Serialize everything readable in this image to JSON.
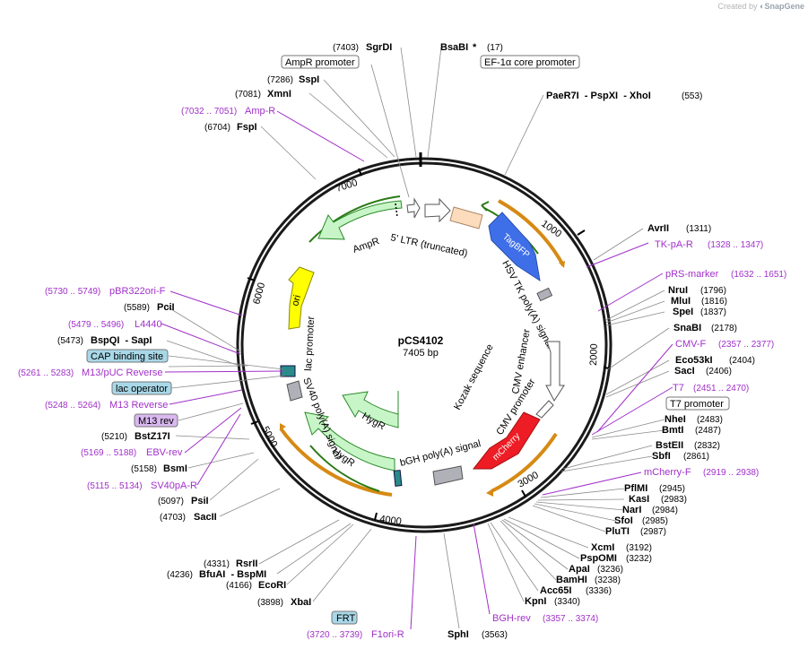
{
  "credit": {
    "prefix": "Created by",
    "brand": "SnapGene"
  },
  "plasmid": {
    "name": "pCS4102",
    "size": "7405 bp"
  },
  "ticks": [
    "1000",
    "2000",
    "3000",
    "4000",
    "5000",
    "6000",
    "7000"
  ],
  "features": [
    {
      "label": "TagBFP",
      "color": "#3f6fe8"
    },
    {
      "label": "mCherry",
      "color": "#ee1c24"
    },
    {
      "label": "AmpR",
      "color": "#c8f5c8"
    },
    {
      "label": "HygR",
      "color": "#c8f5c8"
    },
    {
      "label": "ori",
      "color": "#ffff00"
    },
    {
      "label": "5' LTR (truncated)",
      "color": "#ffffff"
    },
    {
      "label": "HSV TK poly(A) signal",
      "color": "#ffffff"
    },
    {
      "label": "CMV enhancer",
      "color": "#ffffff"
    },
    {
      "label": "CMV promoter",
      "color": "#ffffff"
    },
    {
      "label": "Kozak sequence",
      "color": "#ffffff"
    },
    {
      "label": "bGH poly(A) signal",
      "color": "#b0b0b8"
    },
    {
      "label": "SV40 poly(A) signal",
      "color": "#b0b0b8"
    },
    {
      "label": "lac promoter",
      "color": "#ffffff"
    }
  ],
  "boxed": [
    {
      "label": "AmpR promoter",
      "fill": "#ffffff"
    },
    {
      "label": "EF-1α core promoter",
      "fill": "#ffffff"
    },
    {
      "label": "T7 promoter",
      "fill": "#ffffff"
    },
    {
      "label": "CAP binding site",
      "fill": "#a8d8e8"
    },
    {
      "label": "lac operator",
      "fill": "#a8d8e8"
    },
    {
      "label": "M13 rev",
      "fill": "#d9b8f0"
    },
    {
      "label": "FRT",
      "fill": "#a8d8e8"
    }
  ],
  "sites": [
    {
      "pos": "(7403)",
      "name": "SgrDI"
    },
    {
      "name": "BsaBI",
      "star": "*",
      "pos": "(17)"
    },
    {
      "pos": "(7286)",
      "name": "SspI"
    },
    {
      "pos": "(7081)",
      "name": "XmnI"
    },
    {
      "pos": "(6704)",
      "name": "FspI"
    },
    {
      "name": "PaeR7I  - PspXI  - XhoI",
      "pos": "(553)"
    },
    {
      "name": "AvrII",
      "pos": "(1311)"
    },
    {
      "name": "NruI",
      "pos": "(1796)"
    },
    {
      "name": "MluI",
      "pos": "(1816)"
    },
    {
      "name": "SpeI",
      "pos": "(1837)"
    },
    {
      "name": "SnaBI",
      "pos": "(2178)"
    },
    {
      "name": "Eco53kI",
      "pos": "(2404)"
    },
    {
      "name": "SacI",
      "pos": "(2406)"
    },
    {
      "name": "NheI",
      "pos": "(2483)"
    },
    {
      "name": "BmtI",
      "pos": "(2487)"
    },
    {
      "name": "BstEII",
      "pos": "(2832)"
    },
    {
      "name": "SbfI",
      "pos": "(2861)"
    },
    {
      "name": "PflMI",
      "pos": "(2945)"
    },
    {
      "name": "KasI",
      "pos": "(2983)"
    },
    {
      "name": "NarI",
      "pos": "(2984)"
    },
    {
      "name": "SfoI",
      "pos": "(2985)"
    },
    {
      "name": "PluTI",
      "pos": "(2987)"
    },
    {
      "name": "XcmI",
      "pos": "(3192)"
    },
    {
      "name": "PspOMI",
      "pos": "(3232)"
    },
    {
      "name": "ApaI",
      "pos": "(3236)"
    },
    {
      "name": "BamHI",
      "pos": "(3238)"
    },
    {
      "name": "Acc65I",
      "pos": "(3336)"
    },
    {
      "name": "KpnI",
      "pos": "(3340)"
    },
    {
      "name": "SphI",
      "pos": "(3563)"
    },
    {
      "pos": "(3898)",
      "name": "XbaI"
    },
    {
      "pos": "(4166)",
      "name": "EcoRI"
    },
    {
      "pos": "(4236)",
      "name": "BfuAI  - BspMI"
    },
    {
      "pos": "(4331)",
      "name": "RsrII"
    },
    {
      "pos": "(4703)",
      "name": "SacII"
    },
    {
      "pos": "(5097)",
      "name": "PsiI"
    },
    {
      "pos": "(5158)",
      "name": "BsmI"
    },
    {
      "pos": "(5210)",
      "name": "BstZ17I"
    },
    {
      "pos": "(5473)",
      "name": "BspQI  - SapI"
    },
    {
      "pos": "(5589)",
      "name": "PciI"
    }
  ],
  "primers": [
    {
      "pos": "(7032 .. 7051)",
      "name": "Amp-R"
    },
    {
      "name": "TK-pA-R",
      "pos": "(1328 .. 1347)"
    },
    {
      "name": "pRS-marker",
      "pos": "(1632 .. 1651)"
    },
    {
      "name": "CMV-F",
      "pos": "(2357 .. 2377)"
    },
    {
      "name": "T7",
      "pos": "(2451 .. 2470)"
    },
    {
      "name": "mCherry-F",
      "pos": "(2919 .. 2938)"
    },
    {
      "name": "BGH-rev",
      "pos": "(3357 .. 3374)"
    },
    {
      "pos": "(3720 .. 3739)",
      "name": "F1ori-R"
    },
    {
      "pos": "(5730 .. 5749)",
      "name": "pBR322ori-F"
    },
    {
      "pos": "(5479 .. 5496)",
      "name": "L4440"
    },
    {
      "pos": "(5261 .. 5283)",
      "name": "M13/pUC Reverse"
    },
    {
      "pos": "(5248 .. 5264)",
      "name": "M13 Reverse"
    },
    {
      "pos": "(5169 .. 5188)",
      "name": "EBV-rev"
    },
    {
      "pos": "(5115 .. 5134)",
      "name": "SV40pA-R"
    }
  ]
}
